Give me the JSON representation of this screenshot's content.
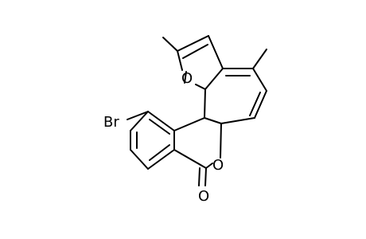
{
  "molecule": {
    "atom_labels": {
      "bromine": "Br",
      "ring_oxygen_furan": "O",
      "ring_oxygen_lactone": "O",
      "carbonyl_oxygen": "O"
    }
  },
  "colors": {
    "background": "#ffffff",
    "ink": "#000000"
  }
}
